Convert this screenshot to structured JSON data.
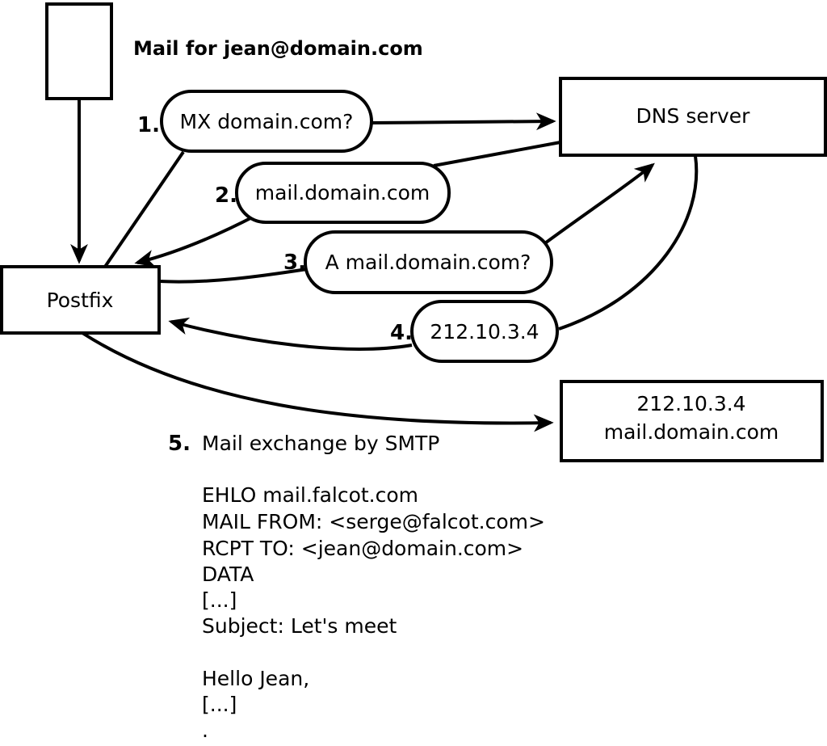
{
  "diagram": {
    "caption": "Mail for jean@domain.com",
    "nodes": {
      "postfix": {
        "label": "Postfix"
      },
      "dns_server": {
        "label": "DNS server"
      },
      "mail_server": {
        "line1": "212.10.3.4",
        "line2": "mail.domain.com"
      }
    },
    "steps": [
      {
        "number": "1.",
        "label": "MX domain.com?"
      },
      {
        "number": "2.",
        "label": "mail.domain.com"
      },
      {
        "number": "3.",
        "label": "A mail.domain.com?"
      },
      {
        "number": "4.",
        "label": "212.10.3.4"
      },
      {
        "number": "5.",
        "label": "Mail exchange by SMTP"
      }
    ],
    "smtp_session": {
      "lines": [
        "EHLO mail.falcot.com",
        "MAIL FROM: <serge@falcot.com>",
        "RCPT TO: <jean@domain.com>",
        "DATA",
        "[...]",
        "Subject: Let's meet",
        "",
        "Hello Jean,",
        "[...]",
        "."
      ]
    },
    "colors": {
      "stroke": "#000000",
      "background": "#ffffff"
    }
  }
}
